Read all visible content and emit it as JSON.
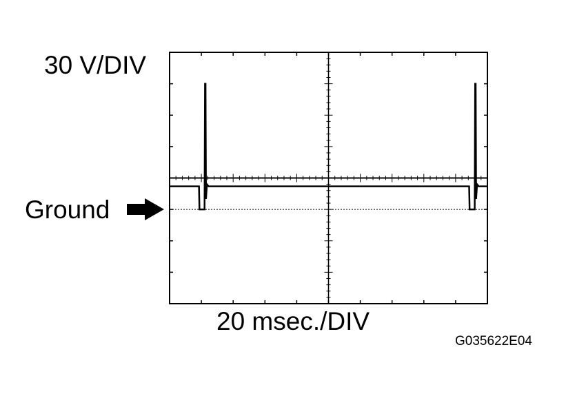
{
  "labels": {
    "volts_per_div": "30 V/DIV",
    "time_per_div": "20 msec./DIV",
    "ground": "Ground",
    "figure_code": "G035622E04"
  },
  "chart_data": {
    "type": "line",
    "volts_per_div": 30,
    "ms_per_div": 20,
    "divisions": {
      "horizontal": 10,
      "vertical": 8
    },
    "ground_volts": 0,
    "xlim_ms": [
      0,
      200
    ],
    "ylim_volts": [
      -90,
      150
    ],
    "waveform": {
      "x_ms": [
        0,
        18.5,
        18.8,
        22.0,
        22.3,
        22.6,
        22.9,
        23.5,
        24.5,
        188.5,
        188.8,
        192.0,
        192.3,
        192.6,
        192.9,
        193.5,
        194.5,
        200
      ],
      "volts": [
        22,
        22,
        0,
        0,
        120,
        120,
        10,
        24,
        22,
        22,
        0,
        0,
        120,
        120,
        10,
        24,
        22,
        22
      ]
    },
    "ground_arrow_icon": "right-arrow-icon"
  }
}
